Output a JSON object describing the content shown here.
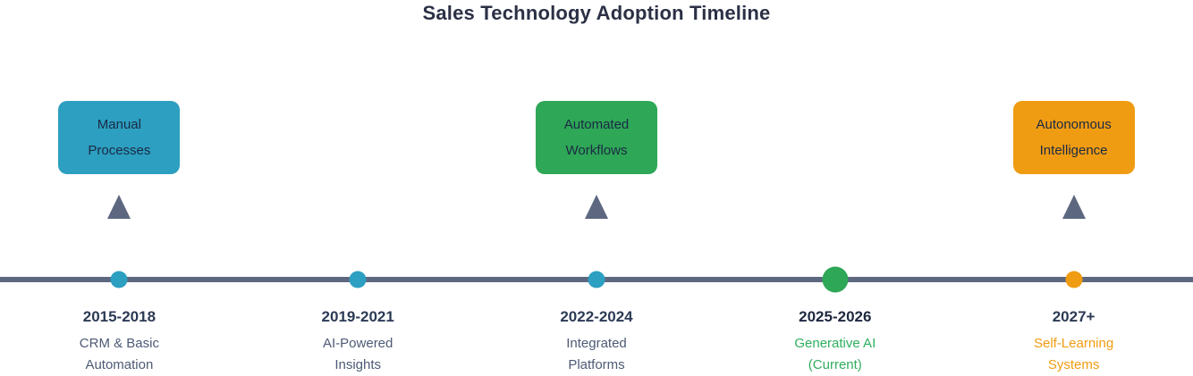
{
  "title": "Sales Technology Adoption Timeline",
  "colors": {
    "background": "#ffffff",
    "timeline_line": "#5d6880",
    "triangle": "#5d6880",
    "title_text": "#2b3045",
    "year_text": "#2c3a55",
    "current_year_text": "#1f2840",
    "description_text": "#4d5a75",
    "box_text": "#1b2a44",
    "blue": "#2d9fc1",
    "green": "#2ea757",
    "green_text": "#2fae5e",
    "orange": "#f09c12"
  },
  "phase_boxes": [
    {
      "line1": "Manual",
      "line2": "Processes",
      "fill": "#2d9fc1",
      "position_pct": "10%"
    },
    {
      "line1": "Automated",
      "line2": "Workflows",
      "fill": "#2ea757",
      "position_pct": "50%"
    },
    {
      "line1": "Autonomous",
      "line2": "Intelligence",
      "fill": "#f09c12",
      "position_pct": "90%"
    }
  ],
  "milestones": [
    {
      "year": "2015-2018",
      "line1": "CRM & Basic",
      "line2": "Automation",
      "dot_color": "#2d9fc1",
      "year_color": "#2c3a55",
      "label_color": "#4d5a75",
      "current": false,
      "position_pct": "10%"
    },
    {
      "year": "2019-2021",
      "line1": "AI-Powered",
      "line2": "Insights",
      "dot_color": "#2d9fc1",
      "year_color": "#2c3a55",
      "label_color": "#4d5a75",
      "current": false,
      "position_pct": "30%"
    },
    {
      "year": "2022-2024",
      "line1": "Integrated",
      "line2": "Platforms",
      "dot_color": "#2d9fc1",
      "year_color": "#2c3a55",
      "label_color": "#4d5a75",
      "current": false,
      "position_pct": "50%"
    },
    {
      "year": "2025-2026",
      "line1": "Generative AI",
      "line2": "(Current)",
      "dot_color": "#2ea757",
      "year_color": "#1f2840",
      "label_color": "#2fae5e",
      "current": true,
      "position_pct": "70%"
    },
    {
      "year": "2027+",
      "line1": "Self-Learning",
      "line2": "Systems",
      "dot_color": "#f09c12",
      "year_color": "#2c3a55",
      "label_color": "#f09c12",
      "current": false,
      "position_pct": "90%"
    }
  ]
}
